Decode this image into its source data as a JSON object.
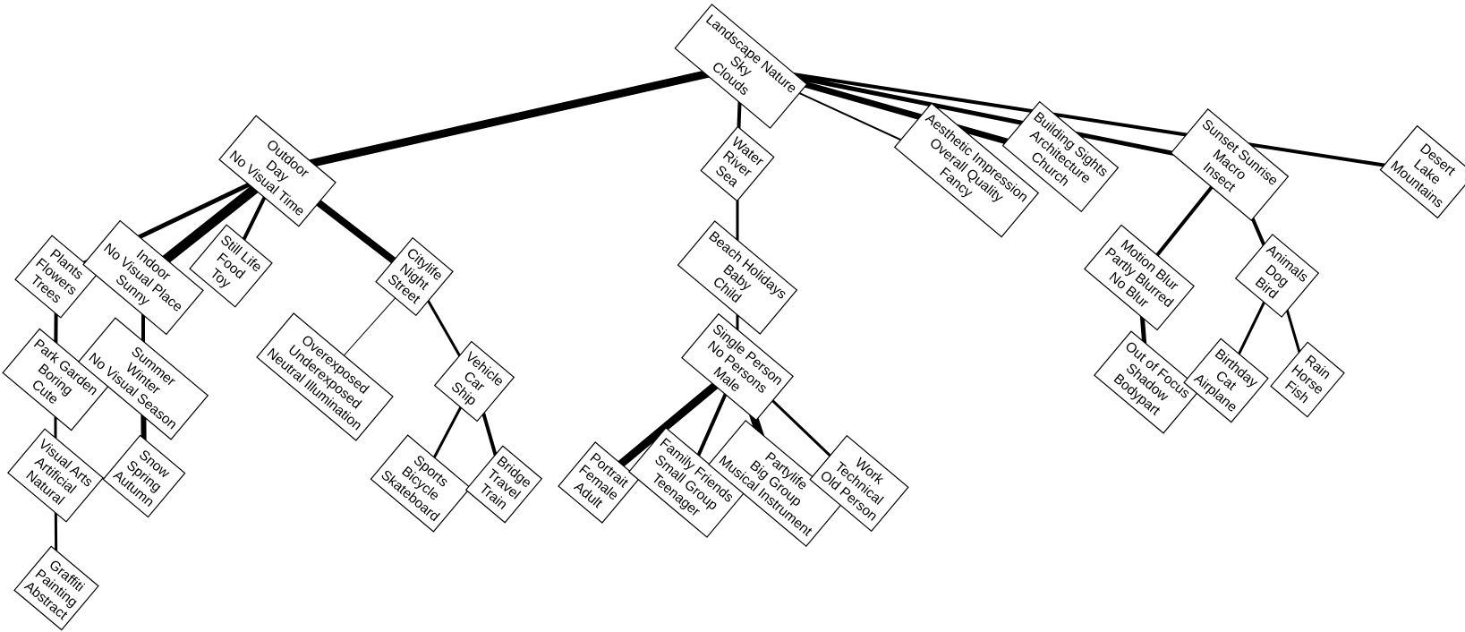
{
  "nodes": [
    {
      "id": "root",
      "lines": [
        "Landscape Nature",
        "Sky",
        "Clouds"
      ]
    },
    {
      "id": "outdoor",
      "lines": [
        "Outdoor",
        "Day",
        "No Visual Time"
      ]
    },
    {
      "id": "water",
      "lines": [
        "Water",
        "River",
        "Sea"
      ]
    },
    {
      "id": "aesthetic",
      "lines": [
        "Aesthetic Impression",
        "Overall Quality",
        "Fancy"
      ]
    },
    {
      "id": "building",
      "lines": [
        "Building Sights",
        "Architecture",
        "Church"
      ]
    },
    {
      "id": "sunset",
      "lines": [
        "Sunset Sunrise",
        "Macro",
        "Insect"
      ]
    },
    {
      "id": "desert",
      "lines": [
        "Desert",
        "Lake",
        "Mountains"
      ]
    },
    {
      "id": "plants",
      "lines": [
        "Plants",
        "Flowers",
        "Trees"
      ]
    },
    {
      "id": "indoor",
      "lines": [
        "Indoor",
        "No Visual Place",
        "Sunny"
      ]
    },
    {
      "id": "stilllife",
      "lines": [
        "Still Life",
        "Food",
        "Toy"
      ]
    },
    {
      "id": "citylife",
      "lines": [
        "Citylife",
        "Night",
        "Street"
      ]
    },
    {
      "id": "park",
      "lines": [
        "Park Garden",
        "Boring",
        "Cute"
      ]
    },
    {
      "id": "summer",
      "lines": [
        "Summer",
        "Winter",
        "No Visual Season"
      ]
    },
    {
      "id": "overexposed",
      "lines": [
        "Overexposed",
        "Underexposed",
        "Neutral Illumination"
      ]
    },
    {
      "id": "vehicle",
      "lines": [
        "Vehicle",
        "Car",
        "Ship"
      ]
    },
    {
      "id": "visualarts",
      "lines": [
        "Visual Arts",
        "Artificial",
        "Natural"
      ]
    },
    {
      "id": "snow",
      "lines": [
        "Snow",
        "Spring",
        "Autumn"
      ]
    },
    {
      "id": "graffiti",
      "lines": [
        "Graffiti",
        "Painting",
        "Abstract"
      ]
    },
    {
      "id": "sports",
      "lines": [
        "Sports",
        "Bicycle",
        "Skateboard"
      ]
    },
    {
      "id": "bridge",
      "lines": [
        "Bridge",
        "Travel",
        "Train"
      ]
    },
    {
      "id": "beach",
      "lines": [
        "Beach Holidays",
        "Baby",
        "Child"
      ]
    },
    {
      "id": "single",
      "lines": [
        "Single Person",
        "No Persons",
        "Male"
      ]
    },
    {
      "id": "portrait",
      "lines": [
        "Portrait",
        "Female",
        "Adult"
      ]
    },
    {
      "id": "family",
      "lines": [
        "Family Friends",
        "Small Group",
        "Teenager"
      ]
    },
    {
      "id": "partylife",
      "lines": [
        "Partylife",
        "Big Group",
        "Musical Instrument"
      ]
    },
    {
      "id": "work",
      "lines": [
        "Work",
        "Technical",
        "Old Person"
      ]
    },
    {
      "id": "motion",
      "lines": [
        "Motion Blur",
        "Partly Blurred",
        "No Blur"
      ]
    },
    {
      "id": "animals",
      "lines": [
        "Animals",
        "Dog",
        "Bird"
      ]
    },
    {
      "id": "outoffocus",
      "lines": [
        "Out of Focus",
        "Shadow",
        "Bodypart"
      ]
    },
    {
      "id": "birthday",
      "lines": [
        "Birthday",
        "Cat",
        "Airplane"
      ]
    },
    {
      "id": "rain",
      "lines": [
        "Rain",
        "Horse",
        "Fish"
      ]
    }
  ],
  "edges": [
    {
      "from": "root",
      "to": "outdoor",
      "weight": 9
    },
    {
      "from": "root",
      "to": "water",
      "weight": 4
    },
    {
      "from": "root",
      "to": "aesthetic",
      "weight": 2
    },
    {
      "from": "root",
      "to": "building",
      "weight": 7
    },
    {
      "from": "root",
      "to": "sunset",
      "weight": 5
    },
    {
      "from": "root",
      "to": "desert",
      "weight": 4
    },
    {
      "from": "outdoor",
      "to": "plants",
      "weight": 5
    },
    {
      "from": "outdoor",
      "to": "indoor",
      "weight": 11
    },
    {
      "from": "outdoor",
      "to": "stilllife",
      "weight": 4
    },
    {
      "from": "outdoor",
      "to": "citylife",
      "weight": 8
    },
    {
      "from": "plants",
      "to": "park",
      "weight": 4
    },
    {
      "from": "indoor",
      "to": "summer",
      "weight": 4
    },
    {
      "from": "citylife",
      "to": "overexposed",
      "weight": 1
    },
    {
      "from": "citylife",
      "to": "vehicle",
      "weight": 3
    },
    {
      "from": "park",
      "to": "visualarts",
      "weight": 3
    },
    {
      "from": "summer",
      "to": "snow",
      "weight": 6
    },
    {
      "from": "visualarts",
      "to": "graffiti",
      "weight": 3
    },
    {
      "from": "vehicle",
      "to": "sports",
      "weight": 3
    },
    {
      "from": "vehicle",
      "to": "bridge",
      "weight": 4
    },
    {
      "from": "water",
      "to": "beach",
      "weight": 3
    },
    {
      "from": "beach",
      "to": "single",
      "weight": 3
    },
    {
      "from": "single",
      "to": "portrait",
      "weight": 9
    },
    {
      "from": "single",
      "to": "family",
      "weight": 4
    },
    {
      "from": "single",
      "to": "partylife",
      "weight": 9
    },
    {
      "from": "single",
      "to": "work",
      "weight": 3
    },
    {
      "from": "sunset",
      "to": "motion",
      "weight": 4
    },
    {
      "from": "sunset",
      "to": "animals",
      "weight": 4
    },
    {
      "from": "motion",
      "to": "outoffocus",
      "weight": 5
    },
    {
      "from": "animals",
      "to": "birthday",
      "weight": 3
    },
    {
      "from": "animals",
      "to": "rain",
      "weight": 3
    }
  ]
}
